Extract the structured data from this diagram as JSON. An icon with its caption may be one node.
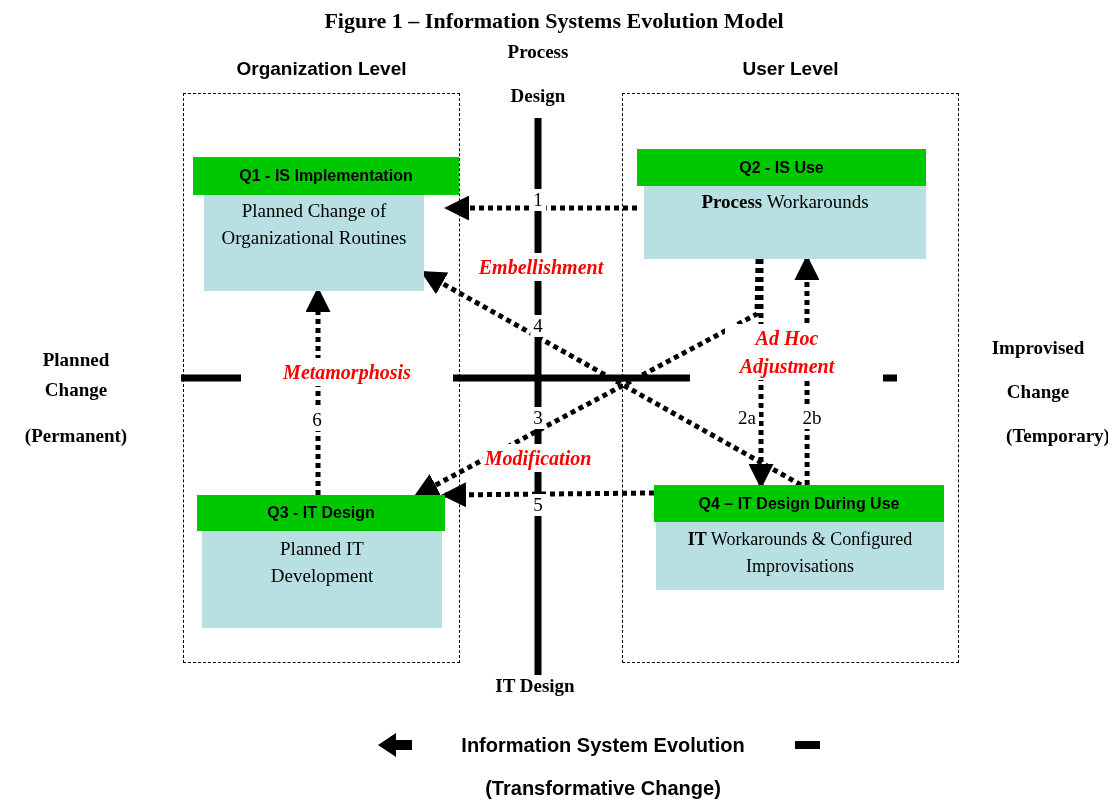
{
  "diagram": {
    "title": "Figure 1 – Information Systems Evolution Model",
    "nodes": [
      {
        "text": [
          "Organization Level"
        ]
      },
      {
        "text": [
          "Q1 - IS Implementation",
          "Planned Change of Organizational Routines"
        ],
        "in": 0
      },
      {
        "text": [
          "Q3 - IT Design",
          "Planned IT Development"
        ],
        "in": 0
      },
      {
        "text": [
          "User Level"
        ]
      },
      {
        "text": [
          "Q2 - IS Use",
          "**Process** Workarounds"
        ],
        "in": 3
      },
      {
        "text": [
          "Q4 – IT Design During Use",
          "**IT** Workarounds & Configured Improvisations"
        ],
        "in": 3
      }
    ],
    "edges": [
      {
        "from": 4,
        "to": 1,
        "arrow": "to",
        "label": "1",
        "style": "dashed"
      },
      {
        "from": 4,
        "to": 5,
        "arrow": "to",
        "label": "2a",
        "style": "dashed"
      },
      {
        "from": 5,
        "to": 4,
        "arrow": "to",
        "label": "2b",
        "style": "dashed"
      },
      {
        "from": 4,
        "to": 2,
        "arrow": "to",
        "label": "3",
        "style": "dashed"
      },
      {
        "from": 5,
        "to": 1,
        "arrow": "to",
        "label": "4",
        "style": "dashed"
      },
      {
        "from": 5,
        "to": 2,
        "arrow": "to",
        "label": "5",
        "style": "dashed"
      },
      {
        "from": 2,
        "to": 1,
        "arrow": "to",
        "label": "6",
        "style": "dashed"
      }
    ],
    "labels": [
      "Process Design",
      "Embellishment",
      "Planned Change",
      "(Permanent)",
      "Metamorphosis",
      "Ad Hoc Adjustment",
      "Improvised Change",
      "(Temporary)",
      "Modification",
      "IT Design",
      "Information System Evolution",
      "(Transformative Change)"
    ]
  }
}
